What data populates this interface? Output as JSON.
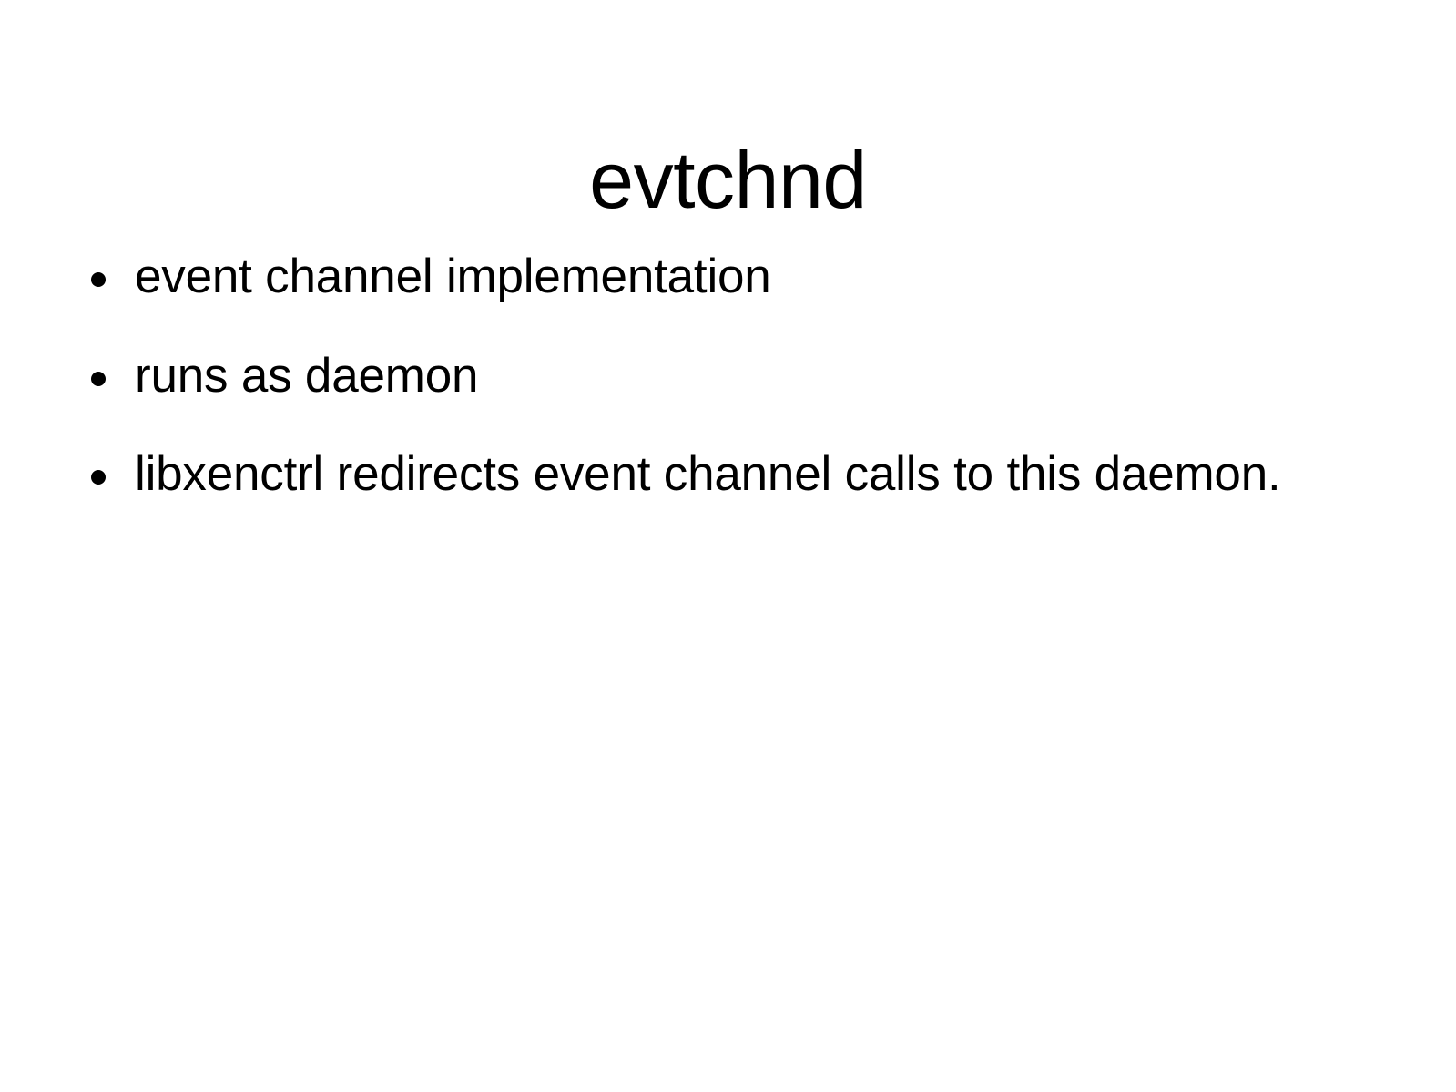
{
  "slide": {
    "title": "evtchnd",
    "background_color": "#ffffff",
    "text_color": "#000000",
    "bullet_marker": "filled-circle",
    "bullets": [
      {
        "text": "event channel implementation"
      },
      {
        "text": "runs as daemon"
      },
      {
        "text": "libxenctrl redirects event channel calls to this daemon."
      }
    ]
  }
}
